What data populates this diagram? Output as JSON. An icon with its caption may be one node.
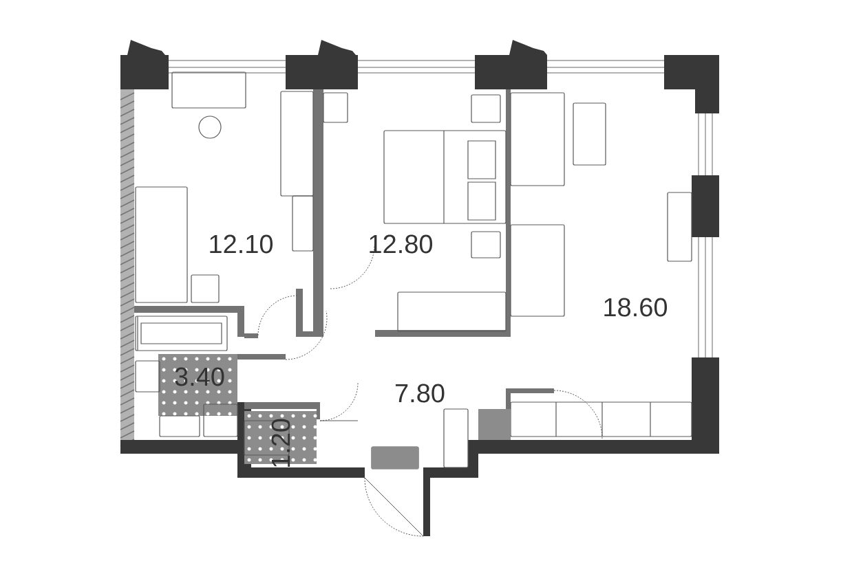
{
  "diagram": {
    "labels": [
      "12.10",
      "12.80",
      "18.60",
      "3.40",
      "7.80",
      "1.20"
    ]
  }
}
